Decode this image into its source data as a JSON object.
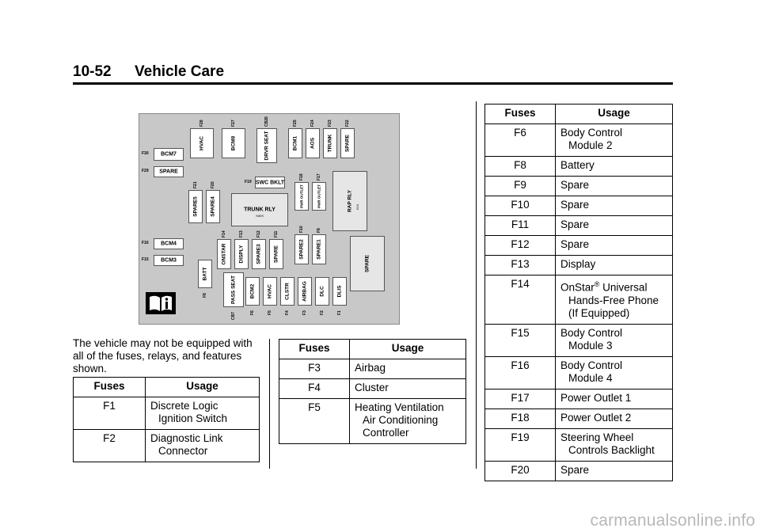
{
  "header": {
    "page_number": "10-52",
    "section": "Vehicle Care"
  },
  "diagram": {
    "fuses": [
      {
        "id": "f28",
        "label": "HVAC",
        "num": "F28"
      },
      {
        "id": "f27",
        "label": "BCM8",
        "num": "F27"
      },
      {
        "id": "cb26",
        "label": "DRVR SEAT",
        "num": "CB26"
      },
      {
        "id": "f25",
        "label": "BCM1",
        "num": "F25"
      },
      {
        "id": "f24",
        "label": "AOS",
        "num": "F24"
      },
      {
        "id": "f23",
        "label": "TRUNK",
        "num": "F23"
      },
      {
        "id": "f22",
        "label": "SPARE",
        "num": "F22"
      },
      {
        "id": "f30",
        "label": "BCM7",
        "num": "F30"
      },
      {
        "id": "f29",
        "label": "SPARE",
        "num": "F29"
      },
      {
        "id": "f21",
        "label": "SPARE5",
        "num": "F21"
      },
      {
        "id": "f20",
        "label": "SPARE4",
        "num": "F20"
      },
      {
        "id": "f19",
        "label": "SWC BKLT",
        "num": "F19"
      },
      {
        "id": "f18",
        "label": "PWR OUTLET",
        "num": "F18"
      },
      {
        "id": "f17",
        "label": "PWR OUTLET",
        "num": "F17"
      },
      {
        "id": "k809",
        "label": "TRUNK RLY",
        "num": "K809"
      },
      {
        "id": "k10",
        "label": "RAP RLY",
        "num": "K10"
      },
      {
        "id": "f16",
        "label": "BCM4",
        "num": "F16"
      },
      {
        "id": "f15",
        "label": "BCM3",
        "num": "F15"
      },
      {
        "id": "f14",
        "label": "ONSTAR",
        "num": "F14"
      },
      {
        "id": "f13",
        "label": "DISPLY",
        "num": "F13"
      },
      {
        "id": "f12",
        "label": "SPARE3",
        "num": "F12"
      },
      {
        "id": "f11",
        "label": "SPARE",
        "num": "F11"
      },
      {
        "id": "f10",
        "label": "SPARE2",
        "num": "F10"
      },
      {
        "id": "f9",
        "label": "SPARE1",
        "num": "F9"
      },
      {
        "id": "bigspare",
        "label": "SPARE",
        "num": ""
      },
      {
        "id": "f8",
        "label": "BATT",
        "num": "F8"
      },
      {
        "id": "cb7",
        "label": "PASS SEAT",
        "num": "CB7"
      },
      {
        "id": "f6",
        "label": "BCM2",
        "num": "F6"
      },
      {
        "id": "f5",
        "label": "HVAC",
        "num": "F5"
      },
      {
        "id": "f4",
        "label": "CLSTR",
        "num": "F4"
      },
      {
        "id": "f3",
        "label": "AIRBAG",
        "num": "F3"
      },
      {
        "id": "f2",
        "label": "DLC",
        "num": "F2"
      },
      {
        "id": "f1",
        "label": "DLIS",
        "num": "F1"
      }
    ]
  },
  "intro_text": "The vehicle may not be equipped with all of the fuses, relays, and features shown.",
  "tables": {
    "headers": {
      "fuses": "Fuses",
      "usage": "Usage"
    },
    "left": [
      {
        "fuse": "F1",
        "usage": [
          "Discrete Logic",
          "Ignition Switch"
        ]
      },
      {
        "fuse": "F2",
        "usage": [
          "Diagnostic Link",
          "Connector"
        ]
      }
    ],
    "middle": [
      {
        "fuse": "F3",
        "usage": [
          "Airbag"
        ]
      },
      {
        "fuse": "F4",
        "usage": [
          "Cluster"
        ]
      },
      {
        "fuse": "F5",
        "usage": [
          "Heating Ventilation",
          "Air Conditioning",
          "Controller"
        ]
      }
    ],
    "right": [
      {
        "fuse": "F6",
        "usage": [
          "Body Control",
          "Module 2"
        ]
      },
      {
        "fuse": "F8",
        "usage": [
          "Battery"
        ]
      },
      {
        "fuse": "F9",
        "usage": [
          "Spare"
        ]
      },
      {
        "fuse": "F10",
        "usage": [
          "Spare"
        ]
      },
      {
        "fuse": "F11",
        "usage": [
          "Spare"
        ]
      },
      {
        "fuse": "F12",
        "usage": [
          "Spare"
        ]
      },
      {
        "fuse": "F13",
        "usage": [
          "Display"
        ]
      },
      {
        "fuse": "F14",
        "usage": [
          "OnStar® Universal",
          "Hands-Free Phone",
          "(If Equipped)"
        ]
      },
      {
        "fuse": "F15",
        "usage": [
          "Body Control",
          "Module 3"
        ]
      },
      {
        "fuse": "F16",
        "usage": [
          "Body Control",
          "Module 4"
        ]
      },
      {
        "fuse": "F17",
        "usage": [
          "Power Outlet 1"
        ]
      },
      {
        "fuse": "F18",
        "usage": [
          "Power Outlet 2"
        ]
      },
      {
        "fuse": "F19",
        "usage": [
          "Steering Wheel",
          "Controls Backlight"
        ]
      },
      {
        "fuse": "F20",
        "usage": [
          "Spare"
        ]
      }
    ]
  },
  "watermark": "carmanualsonline.info"
}
